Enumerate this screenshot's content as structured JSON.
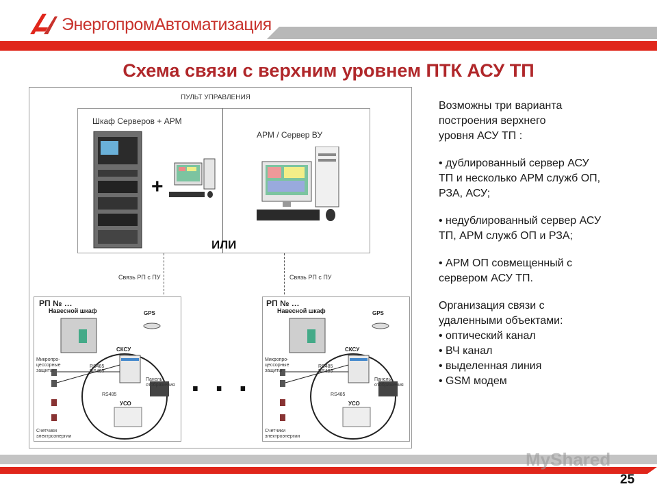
{
  "header": {
    "company": "ЭнергопромАвтоматизация"
  },
  "title": "Схема связи с верхним уровнем ПТК АСУ ТП",
  "diagram": {
    "control_panel": "ПУЛЬТ УПРАВЛЕНИЯ",
    "server_cabinet": "Шкаф Серверов + АРМ",
    "arm_server": "АРМ / Сервер ВУ",
    "or_label": "ИЛИ",
    "link_left": "Связь РП с ПУ",
    "link_right": "Связь РП с ПУ",
    "rp_left": {
      "rp": "РП № …",
      "cabinet": "Навесной шкаф",
      "gps": "GPS",
      "sksu": "СКСУ",
      "relays": "Микропро-\nцессорные\nзащиты",
      "rs485a": "RS485",
      "rs485b": "RS485",
      "rs485c": "RS485",
      "panel": "Панель\nотображения",
      "uso": "УСО",
      "meters": "Счетчики\nэлектроэнергии"
    },
    "rp_right": {
      "rp": "РП № …",
      "cabinet": "Навесной шкаф",
      "gps": "GPS",
      "sksu": "СКСУ",
      "relays": "Микропро-\nцессорные\nзащиты",
      "rs485a": "RS485",
      "rs485b": "RS485",
      "rs485c": "RS485",
      "panel": "Панель\nотображения",
      "uso": "УСО",
      "meters": "Счетчики\nэлектроэнергии"
    }
  },
  "text": {
    "intro": "Возможны три варианта\nпостроения верхнего\nуровня  АСУ ТП :",
    "b1": "• дублированный сервер АСУ\nТП и несколько АРМ служб ОП,\nРЗА, АСУ;",
    "b2": "• недублированный сервер АСУ\nТП, АРМ служб ОП и РЗА;",
    "b3": "• АРМ ОП совмещенный  с\nсервером АСУ ТП.",
    "org": "Организация связи с\nудаленными объектами:",
    "c1": "• оптический канал",
    "c2": "• ВЧ канал",
    "c3": "• выделенная линия",
    "c4": "• GSM модем"
  },
  "footer": {
    "watermark": "MyShared",
    "page": "25"
  },
  "colors": {
    "brand_red": "#e0261b",
    "title_red": "#b0272a"
  }
}
